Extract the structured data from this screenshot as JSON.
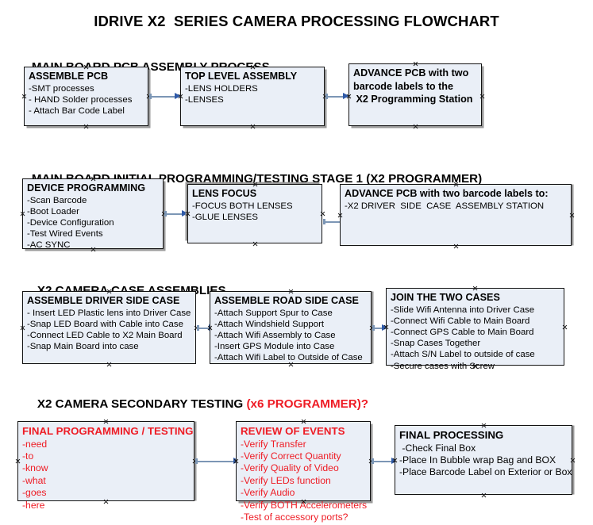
{
  "document": {
    "title": "IDRIVE X2  SERIES CAMERA PROCESSING FLOWCHART",
    "accent_red": "#ee1c25",
    "box_fill": "#eaeff7",
    "connector_color": "#7c96b5",
    "arrowhead_color": "#2f5aa8"
  },
  "sections": [
    {
      "heading": "MAIN BOARD PCB ASSEMBLY PROCESS",
      "heading_accent": "",
      "boxes": [
        {
          "title": "ASSEMBLE PCB",
          "lines": [
            "-SMT processes",
            "- HAND Solder processes",
            "- Attach Bar Code Label"
          ]
        },
        {
          "title": "TOP LEVEL ASSEMBLY",
          "lines": [
            "-LENS HOLDERS",
            "-LENSES"
          ]
        },
        {
          "title": "ADVANCE PCB with two",
          "lines": [
            "barcode labels to the",
            " X2 Programming Station"
          ]
        }
      ]
    },
    {
      "heading": "MAIN BOARD INITIAL PROGRAMMING/TESTING STAGE 1 (X2 PROGRAMMER)",
      "heading_accent": "",
      "boxes": [
        {
          "title": "DEVICE PROGRAMMING",
          "lines": [
            "-Scan Barcode",
            "-Boot Loader",
            "-Device Configuration",
            "-Test Wired Events",
            "-AC SYNC"
          ]
        },
        {
          "title": "LENS FOCUS",
          "lines": [
            "-FOCUS BOTH LENSES",
            "-GLUE LENSES"
          ]
        },
        {
          "title": "ADVANCE PCB with two barcode labels to:",
          "lines": [
            "-X2 DRIVER  SIDE  CASE  ASSEMBLY STATION"
          ]
        }
      ]
    },
    {
      "heading": "X2 CAMERA CASE ASSEMBLIES",
      "heading_accent": "",
      "boxes": [
        {
          "title": "ASSEMBLE DRIVER SIDE CASE",
          "lines": [
            "- Insert LED Plastic lens into Driver Case",
            "-Snap LED Board with Cable into Case",
            "-Connect LED Cable to X2 Main Board",
            "-Snap Main Board into case"
          ]
        },
        {
          "title": "ASSEMBLE ROAD SIDE CASE",
          "lines": [
            "-Attach Support Spur to Case",
            "-Attach Windshield Support",
            "-Attach Wifi Assembly to Case",
            "-Insert GPS Module into Case",
            "-Attach Wifi Label to Outside of Case"
          ]
        },
        {
          "title": "JOIN THE TWO CASES",
          "lines": [
            "-Slide Wifi Antenna into Driver Case",
            "-Connect Wifi Cable to Main Board",
            "-Connect GPS Cable to Main Board",
            "-Snap Cases Together",
            "-Attach S/N Label to outside of case",
            "-Secure cases with Screw"
          ]
        }
      ]
    },
    {
      "heading": "X2 CAMERA SECONDARY TESTING ",
      "heading_accent": "(x6 PROGRAMMER)?",
      "boxes": [
        {
          "title": "FINAL PROGRAMMING / TESTING",
          "lines": [
            "-need",
            "-to",
            "-know",
            "-what",
            "-goes",
            "-here"
          ]
        },
        {
          "title": "REVIEW OF EVENTS",
          "lines": [
            "-Verify Transfer",
            "-Verify Correct Quantity",
            "-Verify Quality of Video",
            "-Verify LEDs function",
            "-Verify Audio",
            "-Verify BOTH Accelerometers",
            "-Test of accessory ports?"
          ]
        },
        {
          "title": "FINAL PROCESSING",
          "lines": [
            " -Check Final Box",
            "-Place In Bubble wrap Bag and BOX",
            "-Place Barcode Label on Exterior or Box"
          ]
        }
      ]
    }
  ]
}
